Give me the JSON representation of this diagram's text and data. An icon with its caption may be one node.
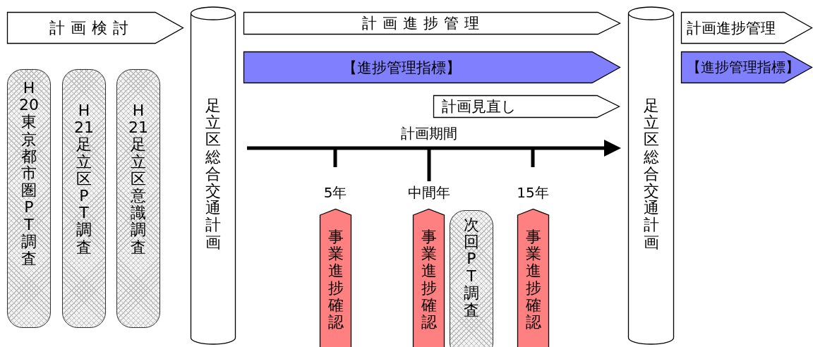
{
  "diagram": {
    "nodes": [
      {
        "text": [
          "計画検討"
        ]
      },
      {
        "text": [
          "H20東京都市圏PT調査"
        ]
      },
      {
        "text": [
          "H21足立区PT調査"
        ]
      },
      {
        "text": [
          "H21足立区意識調査"
        ]
      },
      {
        "text": [
          "足立区総合交通計画"
        ]
      },
      {
        "text": [
          "計画進捗管理"
        ]
      },
      {
        "text": [
          "【進捗管理指標】"
        ]
      },
      {
        "text": [
          "計画見直し"
        ]
      },
      {
        "text": [
          "事業進捗確認"
        ]
      },
      {
        "text": [
          "事業進捗確認"
        ]
      },
      {
        "text": [
          "次回PT調査"
        ]
      },
      {
        "text": [
          "事業進捗確認"
        ]
      },
      {
        "text": [
          "足立区総合交通計画"
        ]
      },
      {
        "text": [
          "計画進捗管理"
        ]
      },
      {
        "text": [
          "【進捗管理指標】"
        ]
      }
    ],
    "edges": [],
    "labels": [
      "計画期間",
      "5年",
      "中間年",
      "15年"
    ]
  }
}
